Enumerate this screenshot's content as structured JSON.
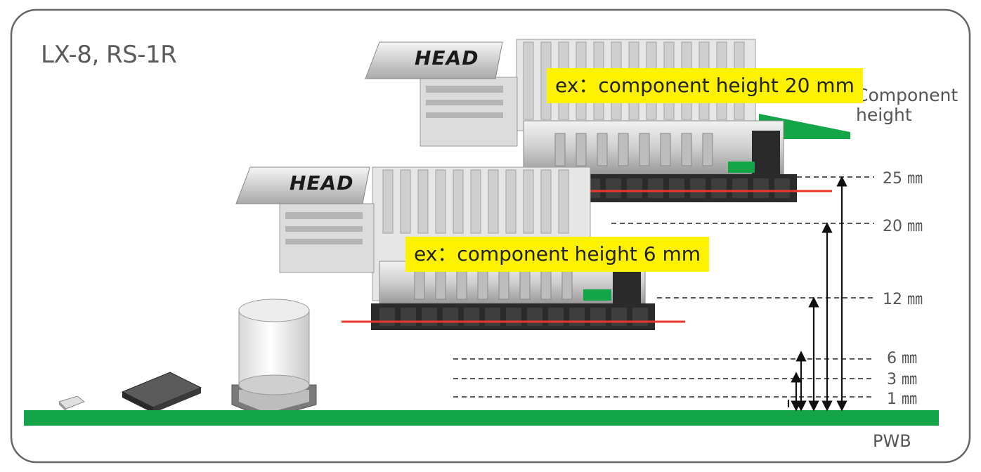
{
  "title": "LX-8, RS-1R",
  "axis_title": "Component height",
  "heads": [
    {
      "logo_text": "HEAD",
      "label": "ex：component height 20 mm"
    },
    {
      "logo_text": "HEAD",
      "label": "ex：component height 6 mm"
    }
  ],
  "height_levels": [
    "25 ㎜",
    "20 ㎜",
    "12 ㎜",
    "6 ㎜",
    "3 ㎜",
    "1 ㎜"
  ],
  "board_label": "PWB",
  "colors": {
    "pcb_green": "#13a547",
    "highlight_yellow": "#fff200",
    "nozzle_line_red": "#e8372c",
    "frame_border": "#666666"
  }
}
